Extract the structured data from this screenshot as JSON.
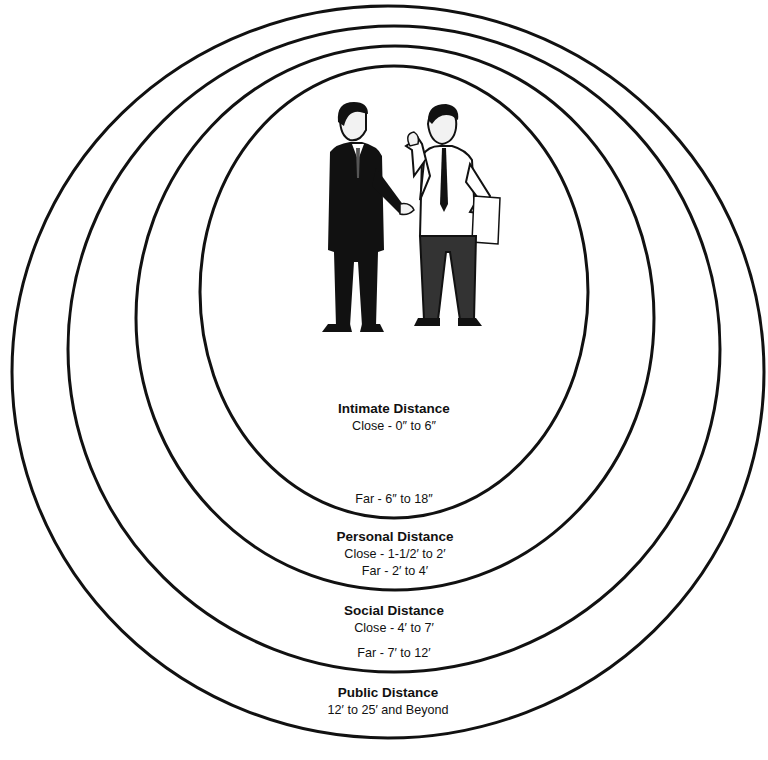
{
  "diagram": {
    "nodes": [
      {
        "text": [
          "Public Distance",
          "12′ to 25′ and Beyond"
        ]
      },
      {
        "text": [
          "Social Distance",
          "Close - 4′ to 7′",
          "Far - 7′ to 12′"
        ],
        "in": 0
      },
      {
        "text": [
          "Personal Distance",
          "Close - 1-1/2′ to 2′",
          "Far - 2′ to 4′"
        ],
        "in": 1
      },
      {
        "text": [
          "Intimate Distance",
          "Close - 0″ to 6″",
          "Far - 6″ to 18″"
        ],
        "in": 2
      }
    ]
  }
}
